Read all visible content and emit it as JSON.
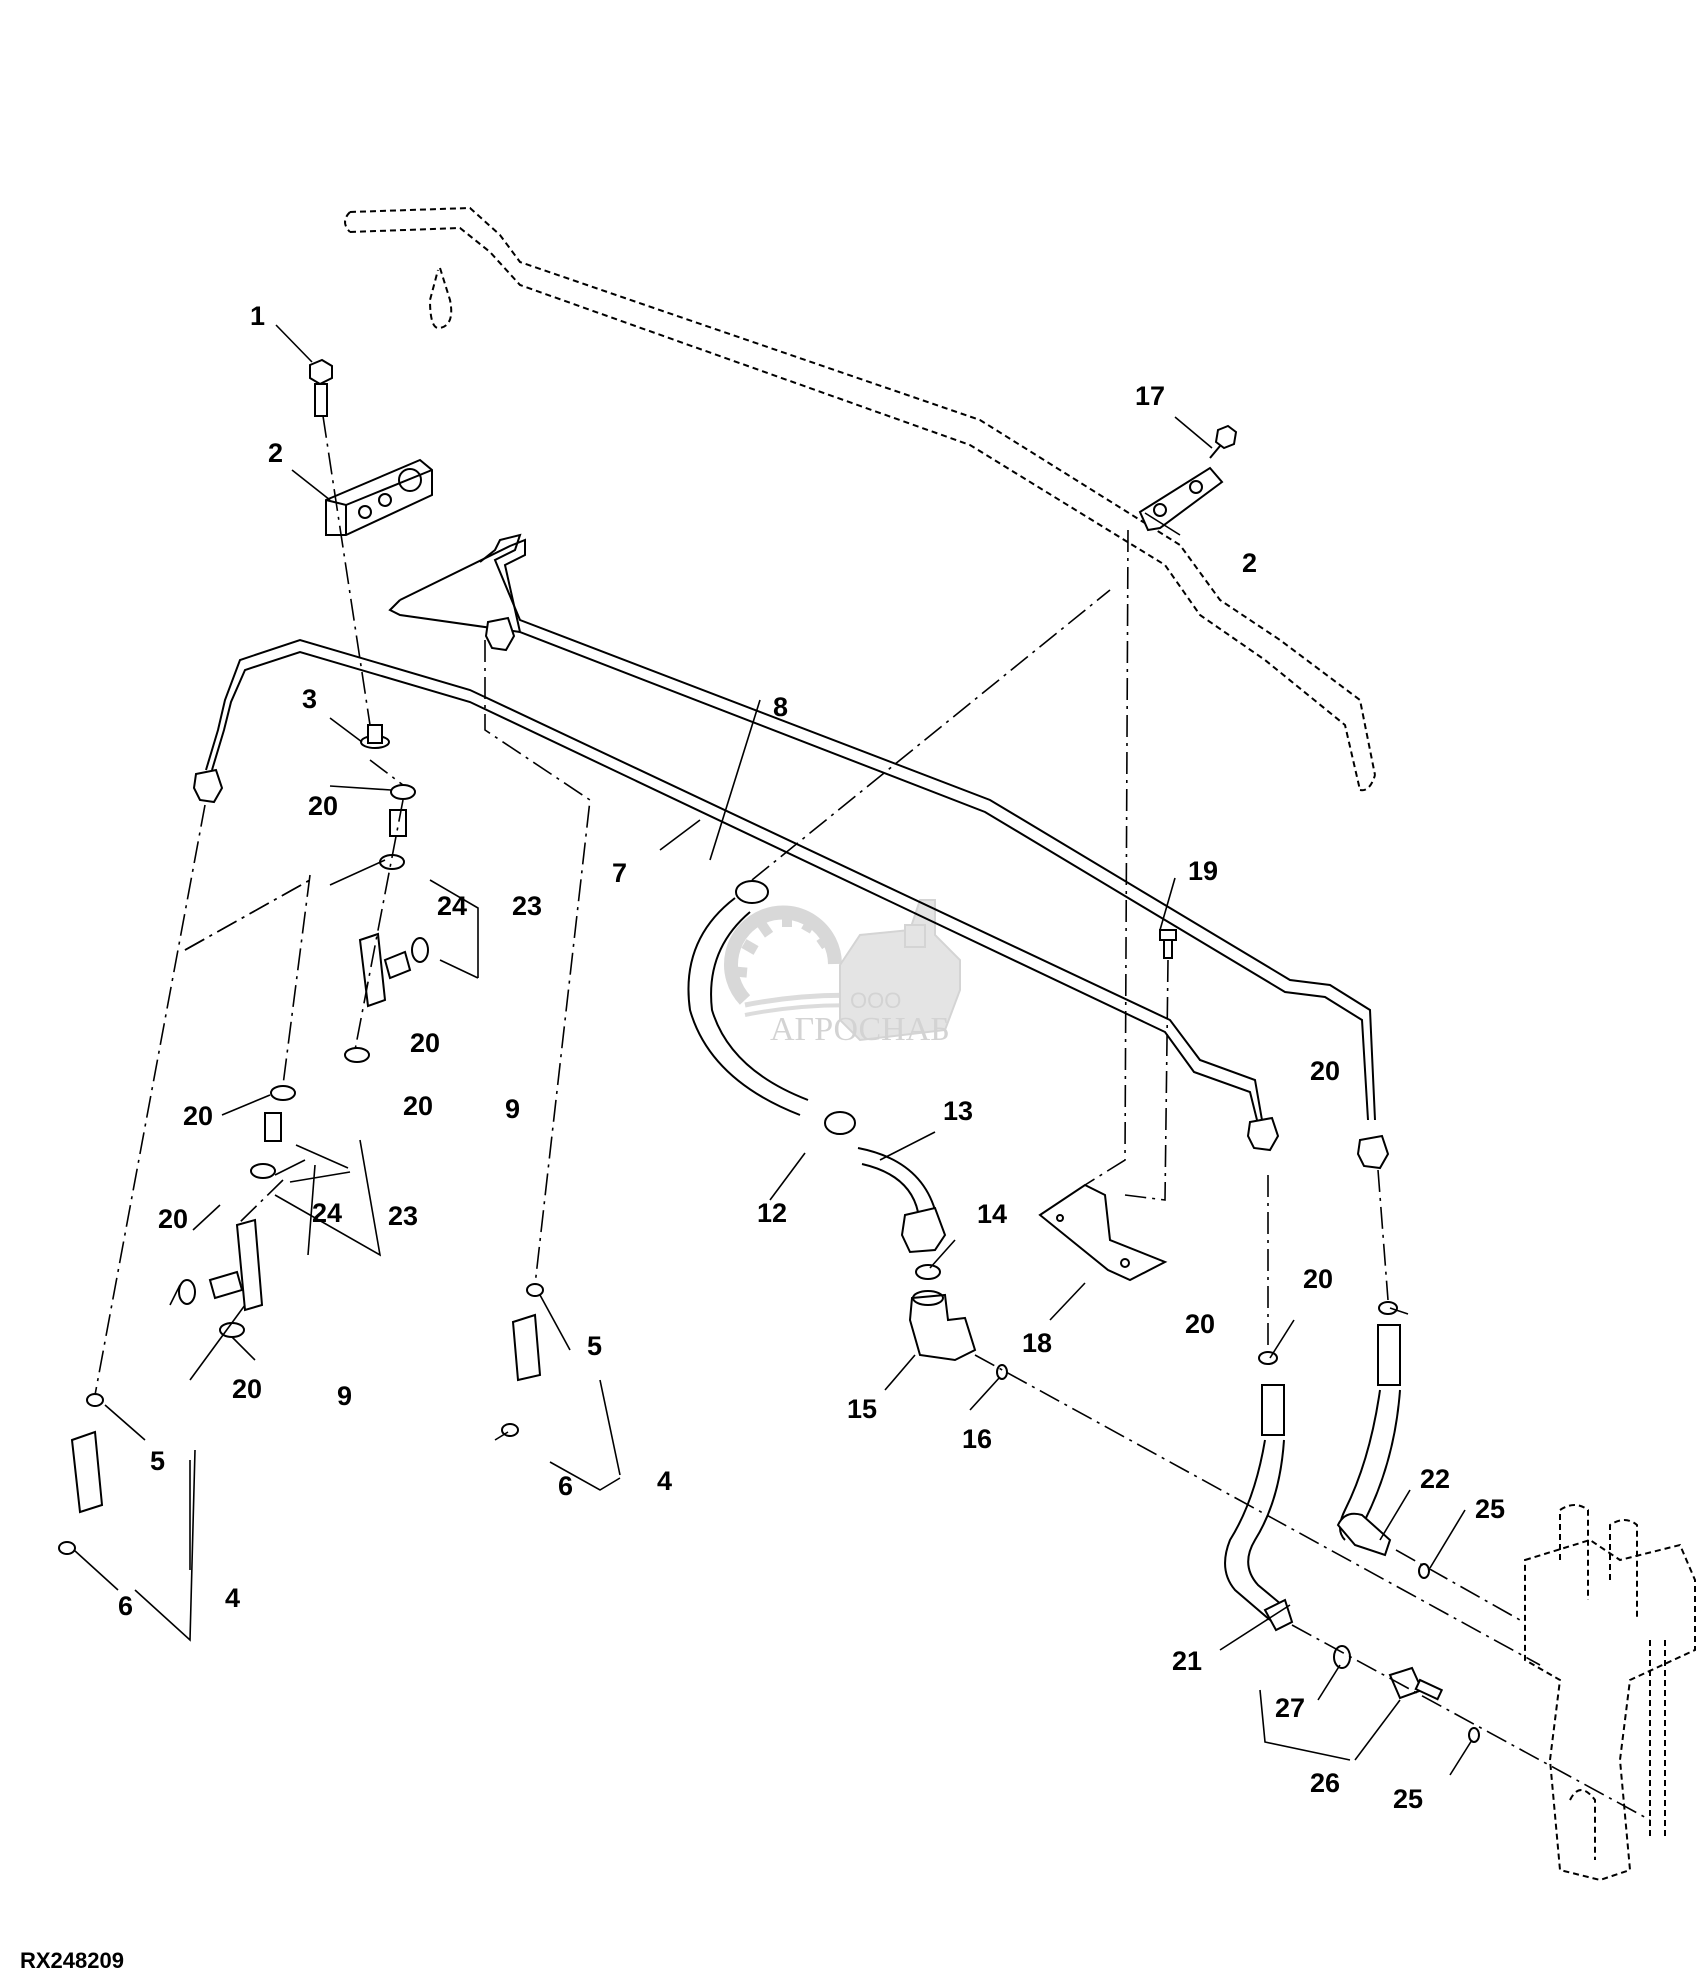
{
  "figure": {
    "id": "RX248209",
    "watermark": {
      "small": "ООО",
      "large": "АГРОСНАБ"
    }
  },
  "callouts": [
    {
      "id": "c1",
      "label": "1"
    },
    {
      "id": "c2a",
      "label": "2"
    },
    {
      "id": "c2b",
      "label": "2"
    },
    {
      "id": "c3",
      "label": "3"
    },
    {
      "id": "c4a",
      "label": "4"
    },
    {
      "id": "c4b",
      "label": "4"
    },
    {
      "id": "c5a",
      "label": "5"
    },
    {
      "id": "c5b",
      "label": "5"
    },
    {
      "id": "c6a",
      "label": "6"
    },
    {
      "id": "c6b",
      "label": "6"
    },
    {
      "id": "c7",
      "label": "7"
    },
    {
      "id": "c8",
      "label": "8"
    },
    {
      "id": "c9a",
      "label": "9"
    },
    {
      "id": "c9b",
      "label": "9"
    },
    {
      "id": "c12",
      "label": "12"
    },
    {
      "id": "c13",
      "label": "13"
    },
    {
      "id": "c14",
      "label": "14"
    },
    {
      "id": "c15",
      "label": "15"
    },
    {
      "id": "c16",
      "label": "16"
    },
    {
      "id": "c17",
      "label": "17"
    },
    {
      "id": "c18",
      "label": "18"
    },
    {
      "id": "c19",
      "label": "19"
    },
    {
      "id": "c20a",
      "label": "20"
    },
    {
      "id": "c20b",
      "label": "20"
    },
    {
      "id": "c20c",
      "label": "20"
    },
    {
      "id": "c20d",
      "label": "20"
    },
    {
      "id": "c20e",
      "label": "20"
    },
    {
      "id": "c20f",
      "label": "20"
    },
    {
      "id": "c20g",
      "label": "20"
    },
    {
      "id": "c20h",
      "label": "20"
    },
    {
      "id": "c20i",
      "label": "20"
    },
    {
      "id": "c21",
      "label": "21"
    },
    {
      "id": "c22",
      "label": "22"
    },
    {
      "id": "c23a",
      "label": "23"
    },
    {
      "id": "c23b",
      "label": "23"
    },
    {
      "id": "c24a",
      "label": "24"
    },
    {
      "id": "c24b",
      "label": "24"
    },
    {
      "id": "c25a",
      "label": "25"
    },
    {
      "id": "c25b",
      "label": "25"
    },
    {
      "id": "c26",
      "label": "26"
    },
    {
      "id": "c27",
      "label": "27"
    }
  ]
}
